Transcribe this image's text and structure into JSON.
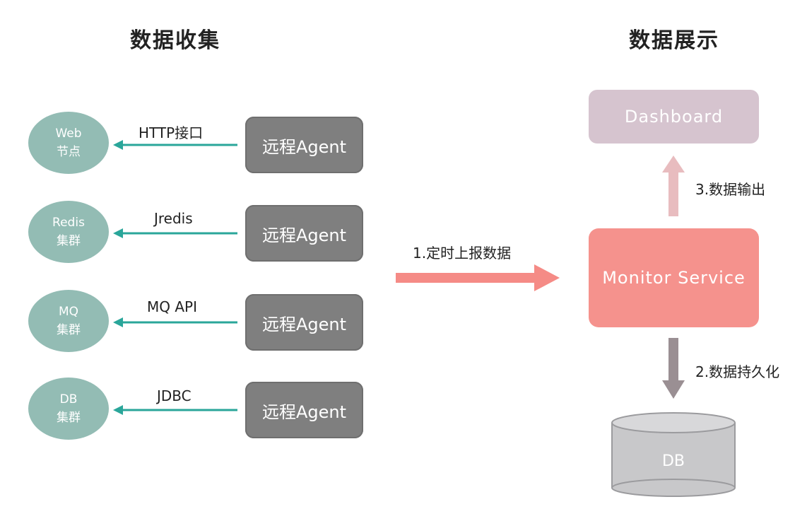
{
  "titles": {
    "collect": "数据收集",
    "display": "数据展示"
  },
  "rows": [
    {
      "node_line1": "Web",
      "node_line2": "节点",
      "edge_label": "HTTP接口",
      "agent": "远程Agent"
    },
    {
      "node_line1": "Redis",
      "node_line2": "集群",
      "edge_label": "Jredis",
      "agent": "远程Agent"
    },
    {
      "node_line1": "MQ",
      "node_line2": "集群",
      "edge_label": "MQ API",
      "agent": "远程Agent"
    },
    {
      "node_line1": "DB",
      "node_line2": "集群",
      "edge_label": "JDBC",
      "agent": "远程Agent"
    }
  ],
  "report_arrow_label": "1.定时上报数据",
  "dashboard": "Dashboard",
  "monitor_service": "Monitor Service",
  "output_label": "3.数据输出",
  "persist_label": "2.数据持久化",
  "db": "DB",
  "colors": {
    "node": "#93bcb4",
    "agent": "#7f7f7f",
    "teal_arrow": "#2aa69a",
    "monitor": "#f5928d",
    "report_arrow": "#f58b86",
    "dashboard": "#d6c4cf",
    "output_arrow": "#e8bcbf",
    "persist_arrow": "#9a8f93",
    "db": "#c8c8ca"
  }
}
